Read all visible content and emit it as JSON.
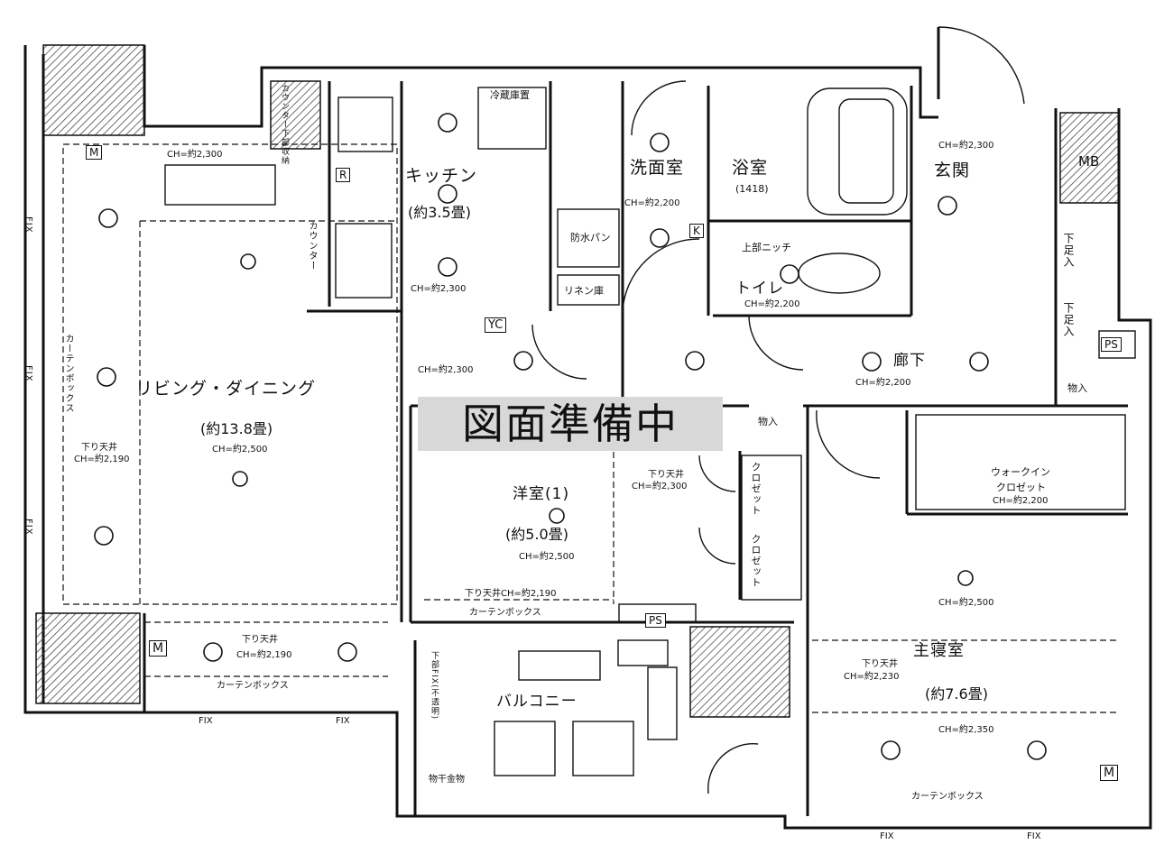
{
  "banner": "図面準備中",
  "rooms": {
    "living": {
      "name": "リビング・ダイニング",
      "size": "(約13.8畳)",
      "ch": "CH=約2,500"
    },
    "kitchen": {
      "name": "キッチン",
      "size": "(約3.5畳)",
      "ch": "CH=約2,300"
    },
    "washroom": {
      "name": "洗面室",
      "ch": "CH=約2,200"
    },
    "bath": {
      "name": "浴室",
      "size": "(1418)"
    },
    "entrance": {
      "name": "玄関",
      "ch": "CH=約2,300"
    },
    "toilet": {
      "name": "トイレ",
      "niche": "上部ニッチ",
      "ch": "CH=約2,200"
    },
    "hall": {
      "name": "廊下",
      "ch": "CH=約2,200"
    },
    "western1": {
      "name": "洋室(1)",
      "size": "(約5.0畳)",
      "ch": "CH=約2,500",
      "lowered": "下り天井",
      "lowered_ch": "CH=約2,300"
    },
    "master": {
      "name": "主寝室",
      "size": "(約7.6畳)",
      "ch": "CH=約2,500",
      "lowered": "下り天井",
      "lowered_ch": "CH=約2,230",
      "ch2": "CH=約2,350"
    },
    "wic": {
      "name1": "ウォークイン",
      "name2": "クロゼット",
      "ch": "CH=約2,200"
    },
    "balcony": {
      "name": "バルコニー",
      "hanger": "物干金物",
      "note": "下部FIX(不透明)"
    }
  },
  "fixtures": {
    "fridge": "冷蔵庫置",
    "counter": "カウンター",
    "counter_storage": "カウンター下部収納",
    "waterproof_pan": "防水パン",
    "linen": "リネン庫",
    "storage": "物入",
    "shoe": "下足入",
    "closet": "クロゼット",
    "mb": "MB",
    "ps": "PS",
    "curtain_box": "カーテンボックス",
    "lowered_ceiling": "下り天井",
    "ch_2190": "CH=約2,190",
    "lowered_ch_2190": "下り天井CH=約2,190",
    "ch_2300": "CH=約2,300",
    "fix": "FIX",
    "m": "M",
    "yc": "YC",
    "k": "K",
    "r": "R"
  }
}
